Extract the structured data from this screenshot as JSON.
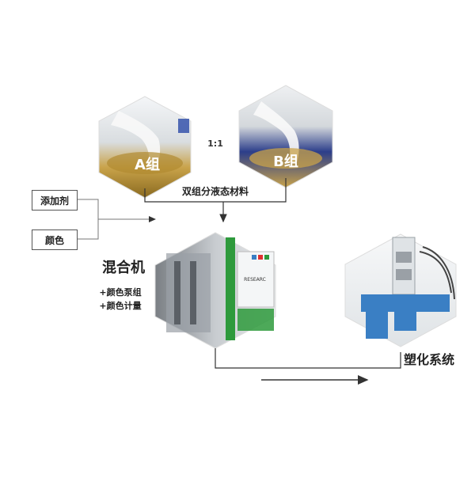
{
  "ratio": "1:1",
  "hex_a_label": "A组",
  "hex_b_label": "B组",
  "two_component": "双组分液态材料",
  "inputs": [
    {
      "label": "添加剂"
    },
    {
      "label": "颜色"
    }
  ],
  "mixer": {
    "title": "混合机",
    "features": [
      "+颜色泵组",
      "+颜色计量"
    ],
    "panel_text": "RESEARC"
  },
  "molding": {
    "title": "塑化系统"
  },
  "colors": {
    "line": "#333333",
    "gold": "#c8a040",
    "green": "#2e9a3c",
    "blue": "#3a7fc4"
  }
}
